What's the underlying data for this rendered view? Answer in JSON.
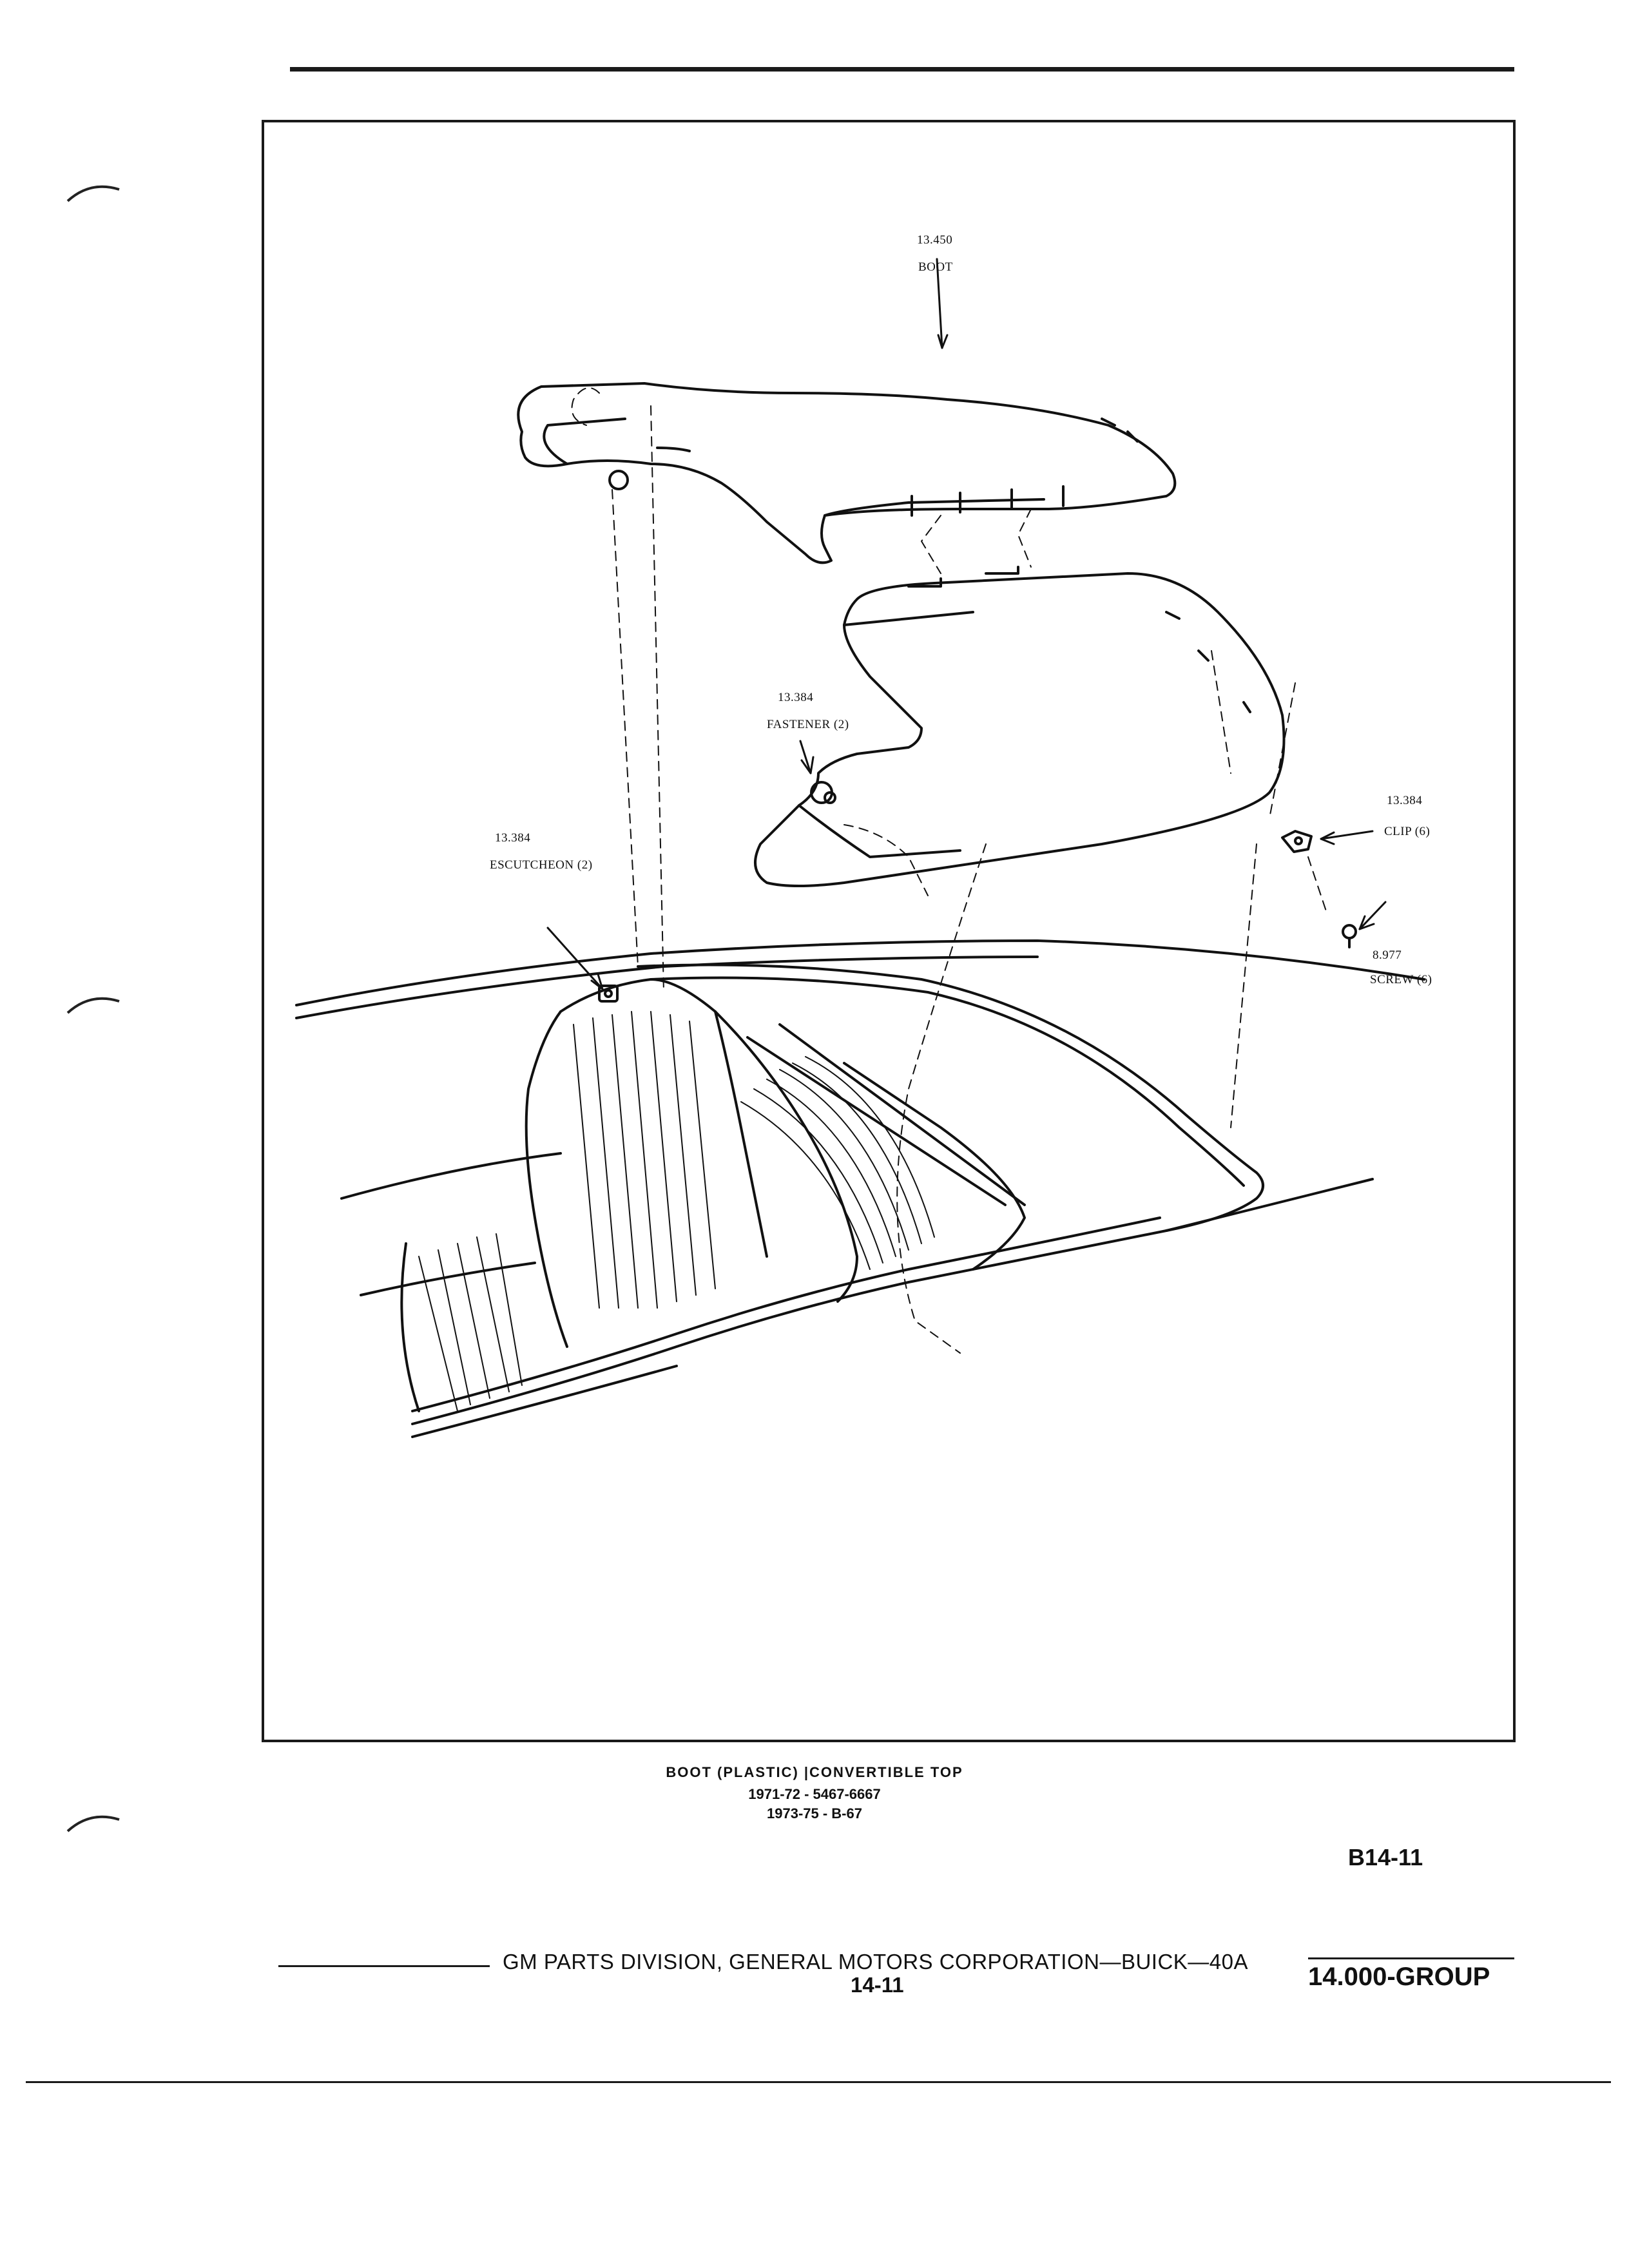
{
  "figure": {
    "callouts": {
      "boot": {
        "number": "13.450",
        "label": "BOOT"
      },
      "fastener": {
        "number": "13.384",
        "label": "FASTENER (2)"
      },
      "escutcheon": {
        "number": "13.384",
        "label": "ESCUTCHEON (2)"
      },
      "clip": {
        "number": "13.384",
        "label": "CLIP (6)"
      },
      "screw": {
        "number": "8.977",
        "label": "SCREW (6)"
      }
    }
  },
  "caption": {
    "title": "BOOT (PLASTIC) |CONVERTIBLE TOP",
    "line2": "1971-72 - 5467-6667",
    "line3": "1973-75 - B-67"
  },
  "figure_id": "B14-11",
  "footer": {
    "division": "GM PARTS DIVISION, GENERAL MOTORS CORPORATION—BUICK—40A",
    "page": "14-11",
    "group": "14.000-GROUP"
  }
}
